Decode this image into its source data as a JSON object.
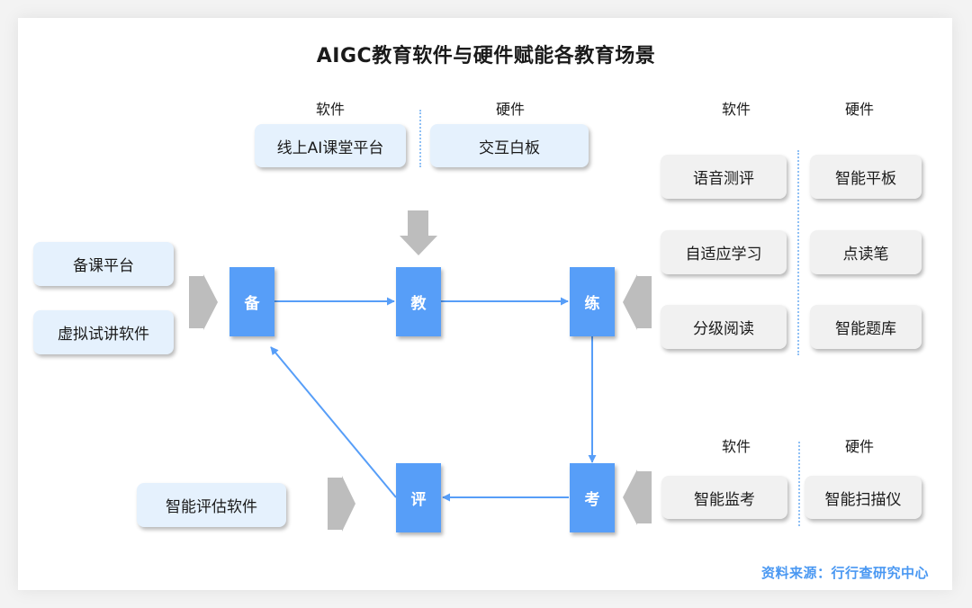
{
  "title": "AIGC教育软件与硬件赋能各教育场景",
  "colors": {
    "node_fill": "#579ef8",
    "flow_line": "#579ef8",
    "software_box": "#e5f1fd",
    "hardware_box": "#f1f1f1",
    "input_arrow": "#bdbdbd",
    "source_text": "#4a98f2"
  },
  "flow_nodes": {
    "prepare": "备",
    "teach": "教",
    "practice": "练",
    "exam": "考",
    "evaluate": "评"
  },
  "teach_group": {
    "software_header": "软件",
    "hardware_header": "硬件",
    "software": [
      "线上AI课堂平台"
    ],
    "hardware": [
      "交互白板"
    ]
  },
  "prepare_group": {
    "software": [
      "备课平台",
      "虚拟试讲软件"
    ]
  },
  "practice_group": {
    "software_header": "软件",
    "hardware_header": "硬件",
    "software": [
      "语音测评",
      "自适应学习",
      "分级阅读"
    ],
    "hardware": [
      "智能平板",
      "点读笔",
      "智能题库"
    ]
  },
  "exam_group": {
    "software_header": "软件",
    "hardware_header": "硬件",
    "software": [
      "智能监考"
    ],
    "hardware": [
      "智能扫描仪"
    ]
  },
  "evaluate_group": {
    "software": [
      "智能评估软件"
    ]
  },
  "source": "资料来源：行行查研究中心"
}
